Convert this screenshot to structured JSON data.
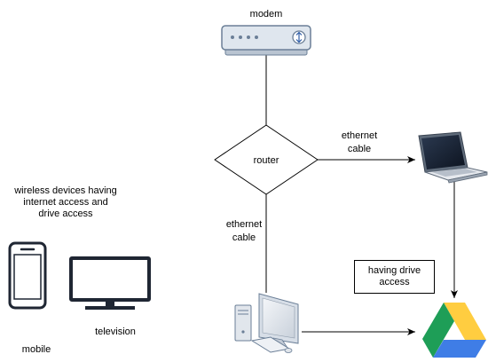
{
  "nodes": {
    "modem": "modem",
    "router": "router",
    "wireless_note": [
      "wireless devices having",
      "internet access and",
      "drive access"
    ],
    "mobile": "mobile",
    "television": "television",
    "drive_note": [
      "having drive",
      "access"
    ]
  },
  "edges": {
    "router_to_laptop": [
      "ethernet",
      "cable"
    ],
    "router_to_desktop": [
      "ethernet",
      "cable"
    ]
  },
  "colors": {
    "line": "#000000",
    "modem_fill": "#dfe6ee",
    "modem_stroke": "#6b7f97",
    "device_stroke": "#1f2633",
    "drive_yellow": "#ffcd40",
    "drive_green": "#1e9e57",
    "drive_blue": "#3f7de6"
  },
  "icons": [
    "modem-icon",
    "laptop-icon",
    "desktop-icon",
    "mobile-icon",
    "television-icon",
    "google-drive-icon"
  ]
}
